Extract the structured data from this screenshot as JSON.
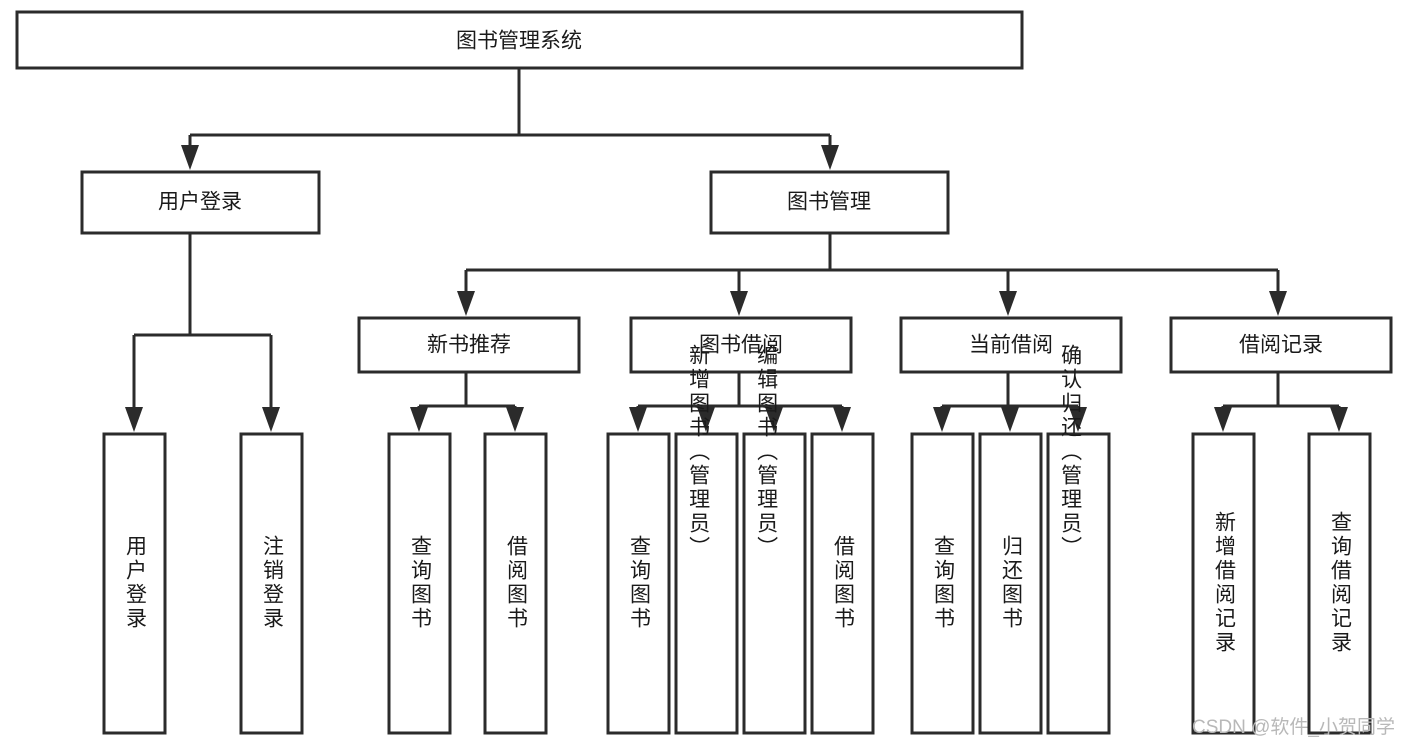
{
  "diagram": {
    "type": "tree-hierarchy-chart",
    "title": "图书管理系统",
    "orientation": "top-down",
    "colors": {
      "box_fill": "#ffffff",
      "box_stroke": "#2b2b2b",
      "text": "#1a1a1a",
      "background": "#ffffff",
      "watermark": "#b8b8b8"
    },
    "levels": {
      "root": {
        "label": "图书管理系统"
      },
      "level2": [
        {
          "id": "user-login",
          "label": "用户登录"
        },
        {
          "id": "book-management",
          "label": "图书管理"
        }
      ],
      "level3": [
        {
          "id": "new-book-recommend",
          "label": "新书推荐",
          "parent": "book-management"
        },
        {
          "id": "book-borrow",
          "label": "图书借阅",
          "parent": "book-management"
        },
        {
          "id": "current-borrow",
          "label": "当前借阅",
          "parent": "book-management"
        },
        {
          "id": "borrow-record",
          "label": "借阅记录",
          "parent": "book-management"
        }
      ],
      "leaves": {
        "user-login": [
          {
            "id": "leaf-user-login",
            "label": "用户登录"
          },
          {
            "id": "leaf-user-logout",
            "label": "注销登录"
          }
        ],
        "new-book-recommend": [
          {
            "id": "leaf-query-book-1",
            "label": "查询图书"
          },
          {
            "id": "leaf-borrow-book-1",
            "label": "借阅图书"
          }
        ],
        "book-borrow": [
          {
            "id": "leaf-query-book-2",
            "label": "查询图书"
          },
          {
            "id": "leaf-add-book",
            "label": "新增图书（管理员）"
          },
          {
            "id": "leaf-edit-book",
            "label": "编辑图书（管理员）"
          },
          {
            "id": "leaf-borrow-book-2",
            "label": "借阅图书"
          }
        ],
        "current-borrow": [
          {
            "id": "leaf-query-book-3",
            "label": "查询图书"
          },
          {
            "id": "leaf-return-book",
            "label": "归还图书"
          },
          {
            "id": "leaf-confirm-return",
            "label": "确认归还（管理员）"
          }
        ],
        "borrow-record": [
          {
            "id": "leaf-add-borrow-record",
            "label": "新增借阅记录"
          },
          {
            "id": "leaf-query-borrow-record",
            "label": "查询借阅记录"
          }
        ]
      }
    }
  },
  "watermark": {
    "text": "CSDN @软件_小贺同学"
  }
}
